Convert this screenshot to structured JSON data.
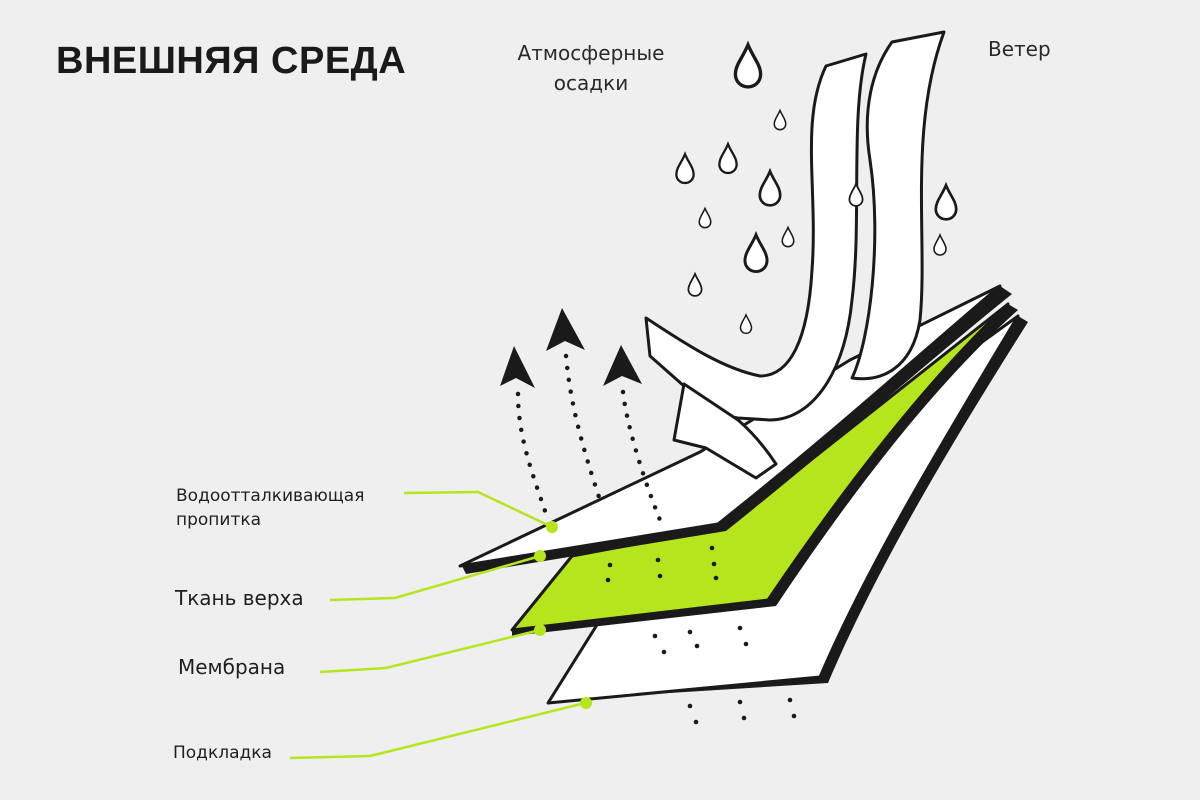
{
  "title": "ВНЕШНЯЯ СРЕДА",
  "top_labels": {
    "precipitation": [
      "Атмосферные",
      "осадки"
    ],
    "wind": "Ветер"
  },
  "layers": {
    "impregnation": [
      "Водоотталкивающая",
      "пропитка"
    ],
    "outer_fabric": "Ткань верха",
    "membrane": "Мембрана",
    "lining": "Подкладка"
  },
  "colors": {
    "background": "#efefef",
    "accent": "#b5e61d",
    "ink": "#1a1a1a",
    "layer_fill": "#ffffff"
  },
  "icons": [
    "raindrop-icon",
    "wind-stream-icon",
    "vapor-arrow-icon"
  ]
}
